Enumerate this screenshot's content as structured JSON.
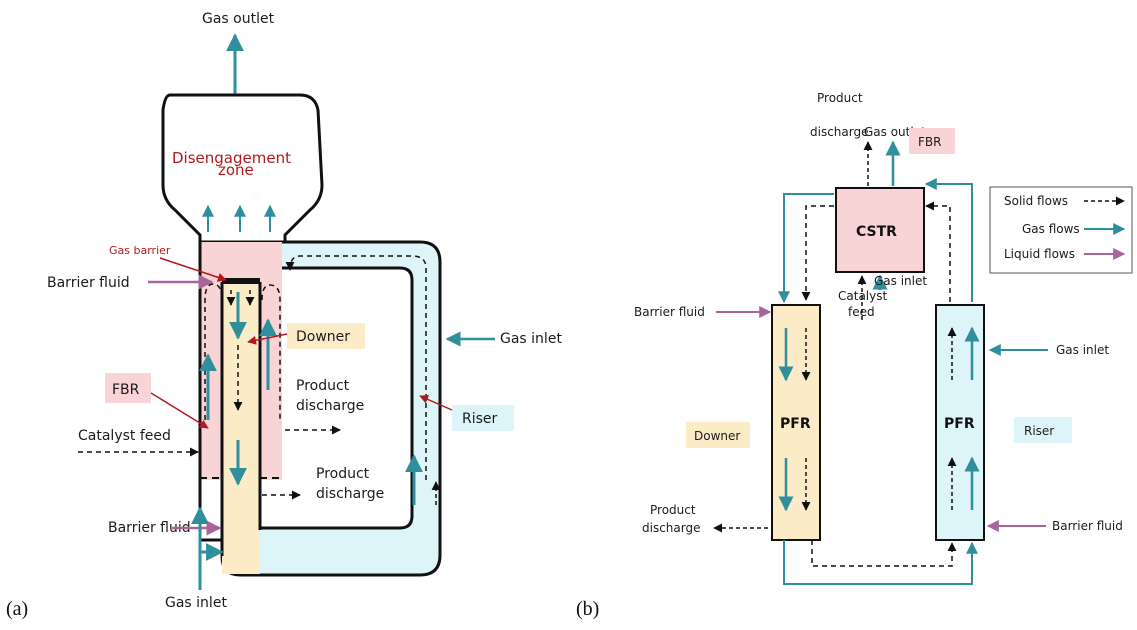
{
  "colors": {
    "gas": "#2f8f9c",
    "liquid": "#a8649b",
    "solid": "#111111",
    "red": "#b0191e",
    "fbr_fill": "#f8d4d6",
    "downer_fill": "#fbecc7",
    "riser_fill": "#ddf4f8"
  },
  "panel_a": {
    "label": "(a)",
    "gas_outlet_top": "Gas outlet",
    "disengagement_line1": "Disengagement",
    "disengagement_line2": "zone",
    "gas_barrier": "Gas barrier",
    "barrier_fluid_top": "Barrier fluid",
    "downer": "Downer",
    "gas_inlet_right": "Gas inlet",
    "product_discharge_mid_line1": "Product",
    "product_discharge_mid_line2": "discharge",
    "fbr": "FBR",
    "riser": "Riser",
    "catalyst_feed": "Catalyst feed",
    "product_discharge_low_line1": "Product",
    "product_discharge_low_line2": "discharge",
    "barrier_fluid_bottom": "Barrier fluid",
    "gas_inlet_bottom": "Gas inlet"
  },
  "panel_b": {
    "label": "(b)",
    "product_discharge_top_line1": "Product",
    "product_discharge_top_line2": "discharge",
    "gas_outlet": "Gas outlet",
    "fbr": "FBR",
    "cstr": "CSTR",
    "gas_inlet_cstr": "Gas inlet",
    "catalyst_feed_line1": "Catalyst",
    "catalyst_feed_line2": "feed",
    "barrier_fluid_left": "Barrier fluid",
    "downer": "Downer",
    "pfr_left": "PFR",
    "pfr_right": "PFR",
    "riser": "Riser",
    "gas_inlet_right": "Gas inlet",
    "product_discharge_bottom_line1": "Product",
    "product_discharge_bottom_line2": "discharge",
    "barrier_fluid_right": "Barrier fluid",
    "legend": {
      "solid": "Solid flows",
      "gas": "Gas flows",
      "liquid": "Liquid flows"
    }
  }
}
